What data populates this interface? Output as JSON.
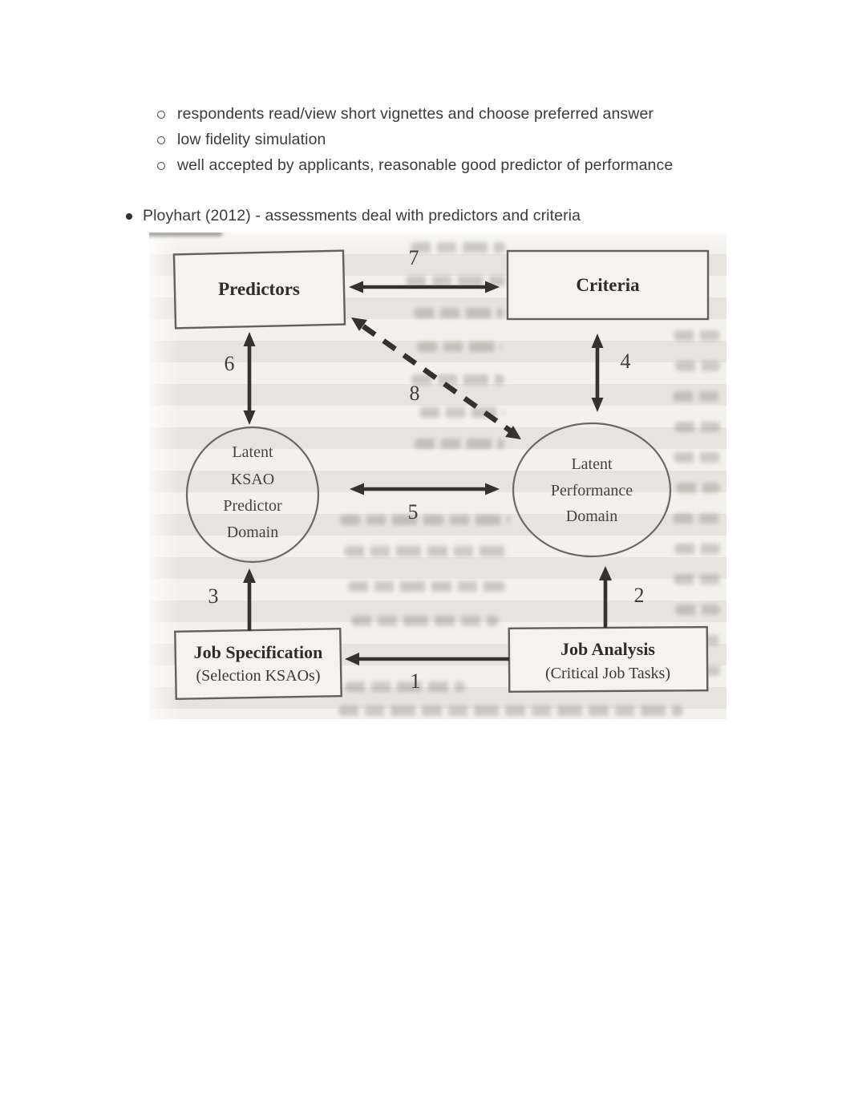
{
  "notes": {
    "sub_bullets": [
      "respondents read/view short vignettes and choose preferred answer",
      "low fidelity simulation",
      "well accepted by applicants, reasonable good predictor of performance"
    ],
    "main_bullet": "Ployhart (2012) - assessments deal with predictors and criteria"
  },
  "figure": {
    "boxes": {
      "predictors": "Predictors",
      "criteria": "Criteria",
      "job_specification": {
        "line1": "Job Specification",
        "line2": "(Selection KSAOs)"
      },
      "job_analysis": {
        "line1": "Job Analysis",
        "line2": "(Critical Job Tasks)"
      }
    },
    "circles": {
      "latent_ksao": [
        "Latent",
        "KSAO",
        "Predictor",
        "Domain"
      ],
      "latent_performance": [
        "Latent",
        "Performance",
        "Domain"
      ]
    },
    "arrow_labels": {
      "n1": "1",
      "n2": "2",
      "n3": "3",
      "n4": "4",
      "n5": "5",
      "n6": "6",
      "n7": "7",
      "n8": "8"
    },
    "edges": [
      {
        "label": "1",
        "from": "job_analysis",
        "to": "job_specification",
        "style": "solid",
        "heads": "single"
      },
      {
        "label": "2",
        "from": "job_analysis",
        "to": "latent_performance",
        "style": "solid",
        "heads": "single"
      },
      {
        "label": "3",
        "from": "job_specification",
        "to": "latent_ksao",
        "style": "solid",
        "heads": "single"
      },
      {
        "label": "4",
        "from": "criteria",
        "to": "latent_performance",
        "style": "solid",
        "heads": "double"
      },
      {
        "label": "5",
        "from": "latent_ksao",
        "to": "latent_performance",
        "style": "solid",
        "heads": "double"
      },
      {
        "label": "6",
        "from": "predictors",
        "to": "latent_ksao",
        "style": "solid",
        "heads": "double"
      },
      {
        "label": "7",
        "from": "predictors",
        "to": "criteria",
        "style": "solid",
        "heads": "double"
      },
      {
        "label": "8",
        "from": "latent_performance",
        "to": "predictors",
        "style": "dashed",
        "heads": "double"
      }
    ],
    "colors": {
      "paper": "#eeece8",
      "ink": "#34322e"
    }
  }
}
